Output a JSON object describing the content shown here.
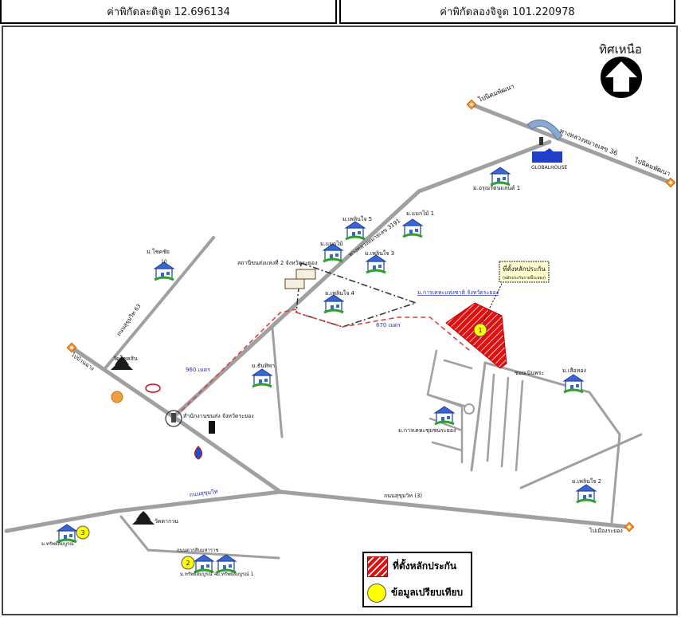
{
  "header": {
    "latitude_text": "ค่าพิกัดละติจูด 12.696134",
    "longitude_text": "ค่าพิกัดลองจิจูด 101.220978"
  },
  "compass": {
    "label": "ทิศเหนือ"
  },
  "roads": {
    "to_ban_chang": "ไปบ้านฉาง",
    "to_rayong_city": "ไปเมืองระยอง",
    "to_kaeng_nam": "ไปนิคมพัฒนา",
    "to_nikhom_phatthana": "ไปนิคมพัฒนา",
    "highway_36": "ทางหลวงหมายเลข 36",
    "highway_3": "ถนนสุขุมวิท (3)",
    "highway_3_short": "ถนนสุขุมวิท",
    "soi_sukhumvit_63": "ถนนสุขุมวิท 63",
    "route_3191": "ทางหลวงหมายเลข 3191",
    "soi_noen_phra": "ซอยเนินพระ",
    "road_bottom": "ถนนตากสินมหาราช"
  },
  "places": {
    "globalhouse": "GLOBALHOUSE",
    "m_arunrat_land": "ม.อรุณรัตนแลนด์ 1",
    "m_phloen_jai_5": "ม.เพลินใจ 5",
    "m_mai_1": "ม.แมกไม้ 1",
    "m_mai": "ม.แมกไม้",
    "m_phloen_jai_3": "ม.เพลินใจ 3",
    "m_phloen_jai_4": "ม.เพลินใจ 4",
    "bus_station": "สถานีขนส่งแห่งที่ 2 จังหวัดระยอง",
    "m_chokchai": "ม.โชคชัย",
    "m_chokchai_num": "10",
    "m_thanthip": "ม.ธันทิพา",
    "wat_chok_sin": "วัดโชคสิน",
    "land_transport": "สำนักงานขนส่ง จังหวัดระยอง",
    "housing_auth": "ม.การเคหะแห่งชาติ จังหวัดระยอง",
    "m_kheha_rayong": "ม.การเคหะชุมชนระยอง",
    "m_suea_thong": "ม.เสือทอง",
    "m_phloen_jai_2": "ม.เพลินใจ 2",
    "wat_ta_kuan": "วัดตากวน",
    "bottom_left_village": "ม.ทรัพย์สมบูรณ์",
    "bottom_village_a": "ม.ทรัพย์สมบูรณ์ 4",
    "bottom_village_b": "ม.ทรัพย์สมบูรณ์ 1"
  },
  "distances": {
    "d960": "960 เมตร",
    "d670": "670 เมตร"
  },
  "subject": {
    "marker_number": "1",
    "callout_title": "ที่ตั้งหลักประกัน",
    "callout_sub": "(หลักประกันรายนี้ระยอง)"
  },
  "comparables": [
    {
      "number": "2"
    },
    {
      "number": "3"
    }
  ],
  "legend": {
    "collateral_label": "ที่ตั้งหลักประกัน",
    "comparable_label": "ข้อมูลเปรียบเทียบ"
  },
  "colors": {
    "road": "#a0a0a0",
    "collateral": "#e01010",
    "comparable": "#ffff00",
    "distance_line": "#e04040",
    "distance_text": "#2233bb"
  }
}
